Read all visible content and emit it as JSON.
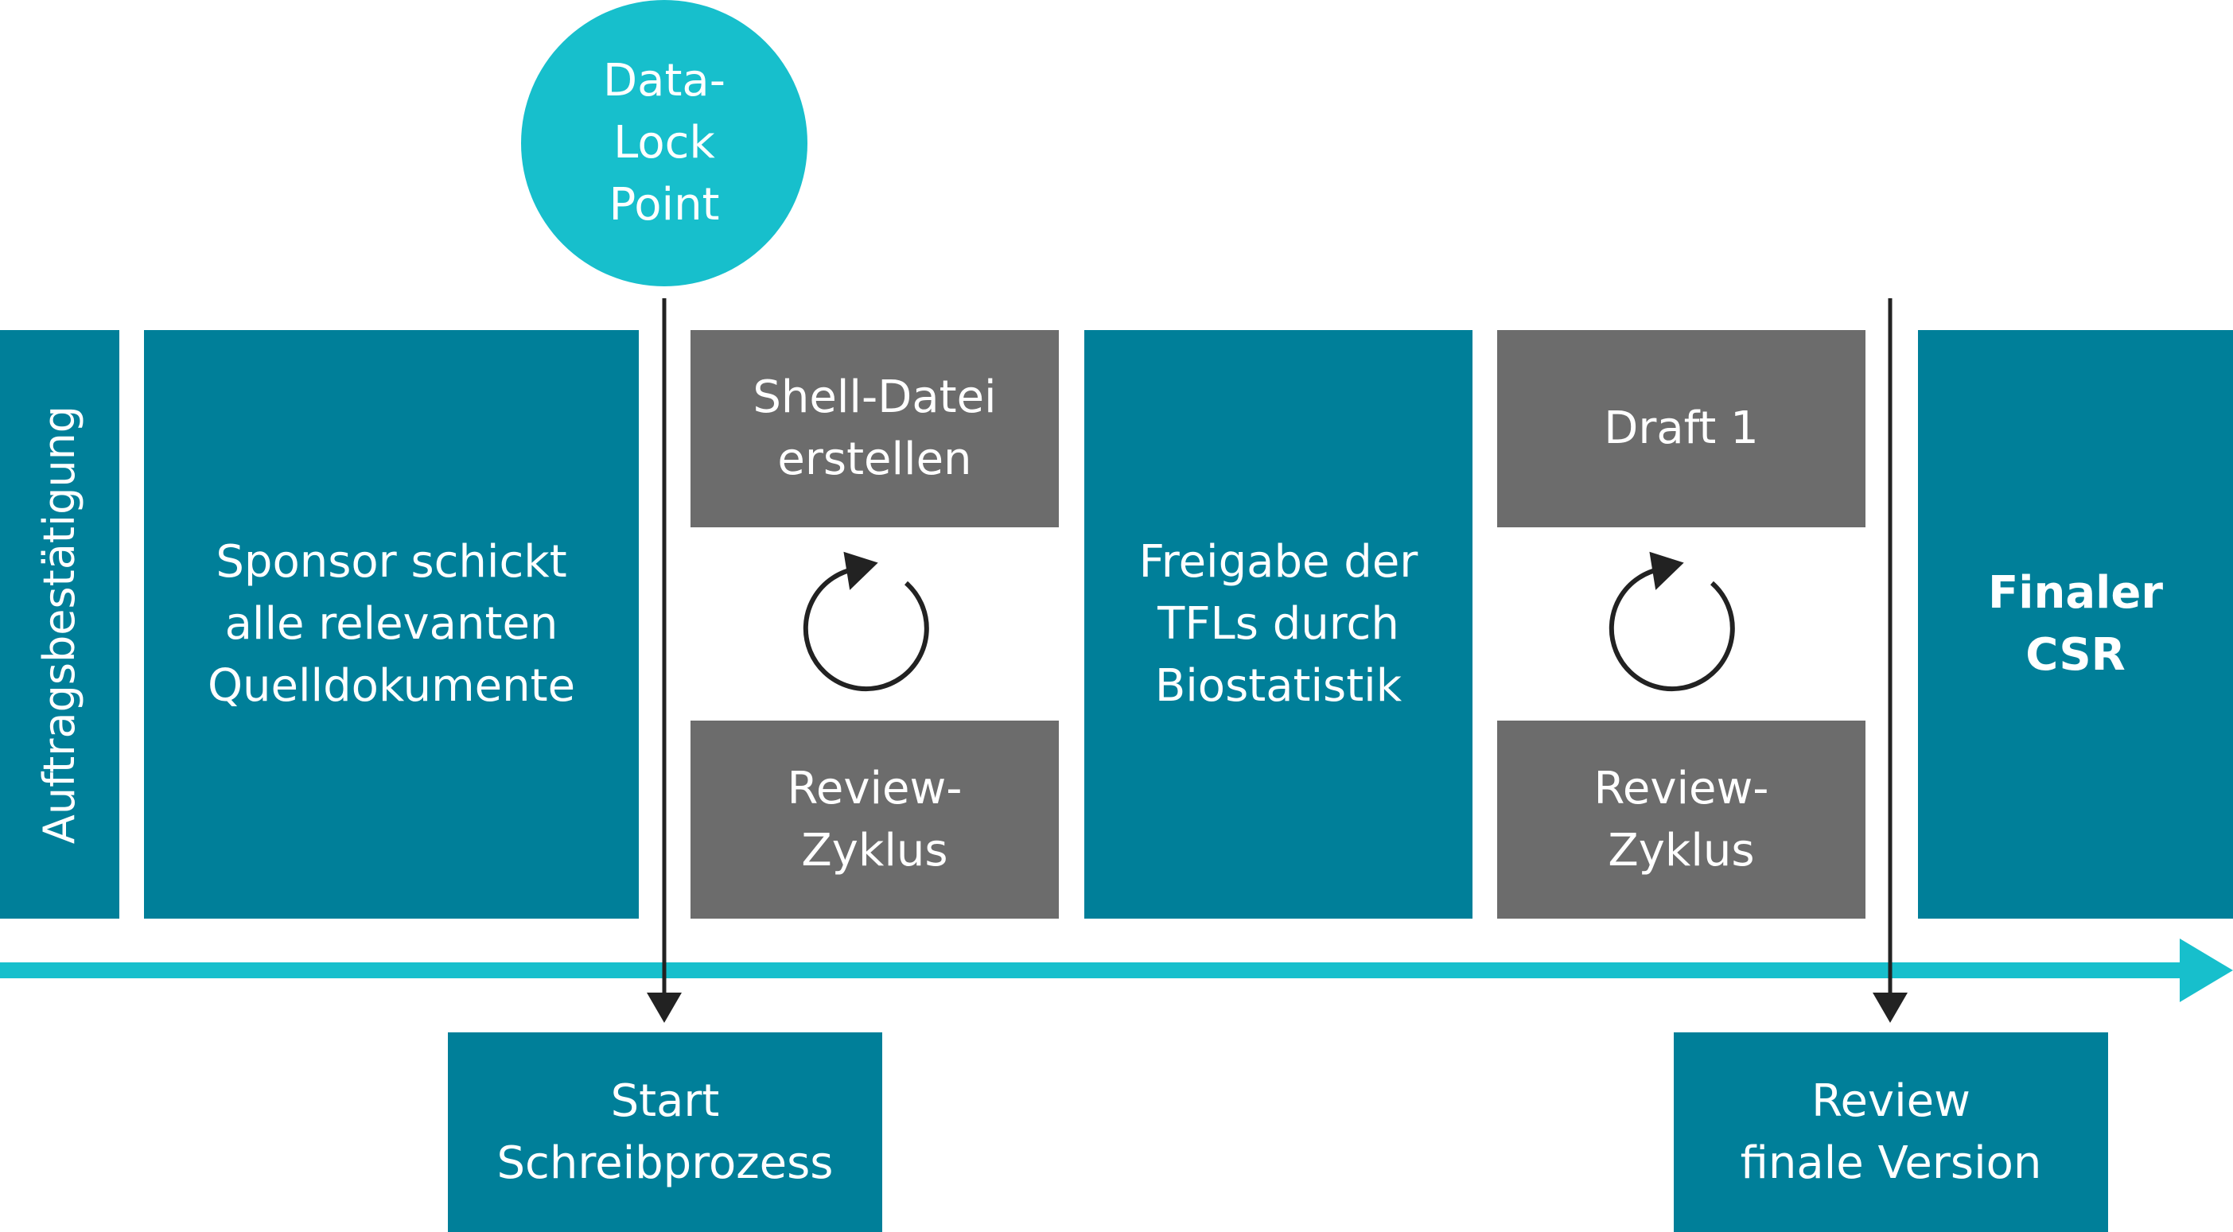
{
  "colors": {
    "teal_box": "#007f99",
    "grey_box": "#6c6c6c",
    "circle": "#17bfcc",
    "timeline": "#17bfcc",
    "arrow": "#222222"
  },
  "nodes": {
    "data_lock": "Data-\nLock\nPoint",
    "auftrag": "Auftragsbestätigung",
    "sponsor": "Sponsor schickt\nalle relevanten\nQuelldokumente",
    "shell": "Shell-Datei\nerstellen",
    "review1": "Review-\nZyklus",
    "freigabe": "Freigabe der\nTFLs durch\nBiostatistik",
    "draft": "Draft 1",
    "review2": "Review-\nZyklus",
    "final": "Finaler\nCSR",
    "start": "Start\nSchreibprozess",
    "review_final": "Review\nfinale Version"
  },
  "icons": {
    "cycle_1": "cycle-arrow-icon",
    "cycle_2": "cycle-arrow-icon"
  }
}
